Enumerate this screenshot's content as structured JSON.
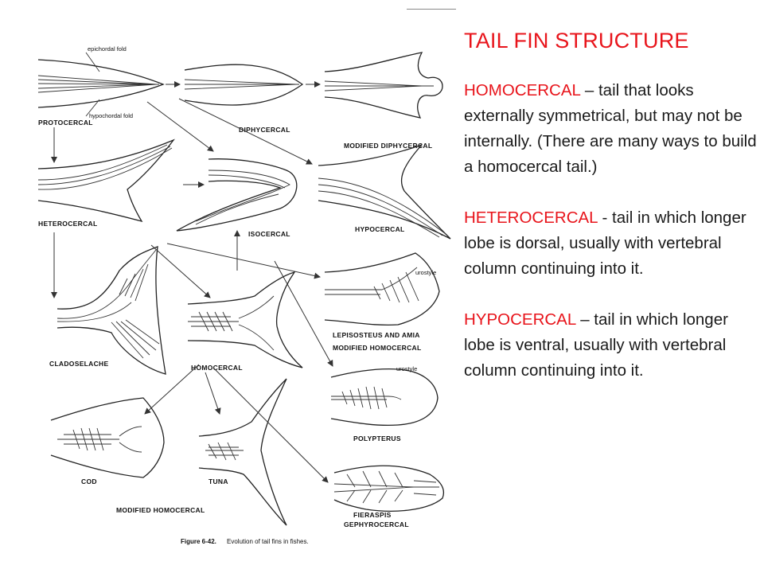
{
  "slide": {
    "title": "TAIL FIN STRUCTURE",
    "definitions": [
      {
        "term": "HOMOCERCAL",
        "text": " – tail that looks externally symmetrical, but may not be internally.  (There are many ways to build a homocercal tail.)"
      },
      {
        "term": "HETEROCERCAL",
        "text": " - tail in which longer lobe is dorsal, usually with vertebral column continuing into it."
      },
      {
        "term": "HYPOCERCAL",
        "text": " – tail in which longer lobe is ventral, usually with vertebral column continuing into it."
      }
    ]
  },
  "figure": {
    "labels": {
      "epichordal_fold": "epichordal fold",
      "hypochordal_fold": "hypochordal fold",
      "protocercal": "PROTOCERCAL",
      "diphycercal": "DIPHYCERCAL",
      "modified_diphycercal": "MODIFIED DIPHYCERCAL",
      "heterocercal": "HETEROCERCAL",
      "isocercal": "ISOCERCAL",
      "hypocercal": "HYPOCERCAL",
      "urostyle_1": "urostyle",
      "lepisosteus": "LEPISOSTEUS AND AMIA",
      "modified_homocercal_1": "MODIFIED HOMOCERCAL",
      "cladoselache": "CLADOSELACHE",
      "homocercal": "HOMOCERCAL",
      "urostyle_2": "urostyle",
      "polypterus": "POLYPTERUS",
      "cod": "COD",
      "tuna": "TUNA",
      "modified_homocercal_2": "MODIFIED HOMOCERCAL",
      "fieraspis": "FIERASPIS",
      "gephyrocercal": "GEPHYROCERCAL"
    },
    "caption_number": "Figure 6-42.",
    "caption_text": "Evolution of tail fins in fishes."
  }
}
